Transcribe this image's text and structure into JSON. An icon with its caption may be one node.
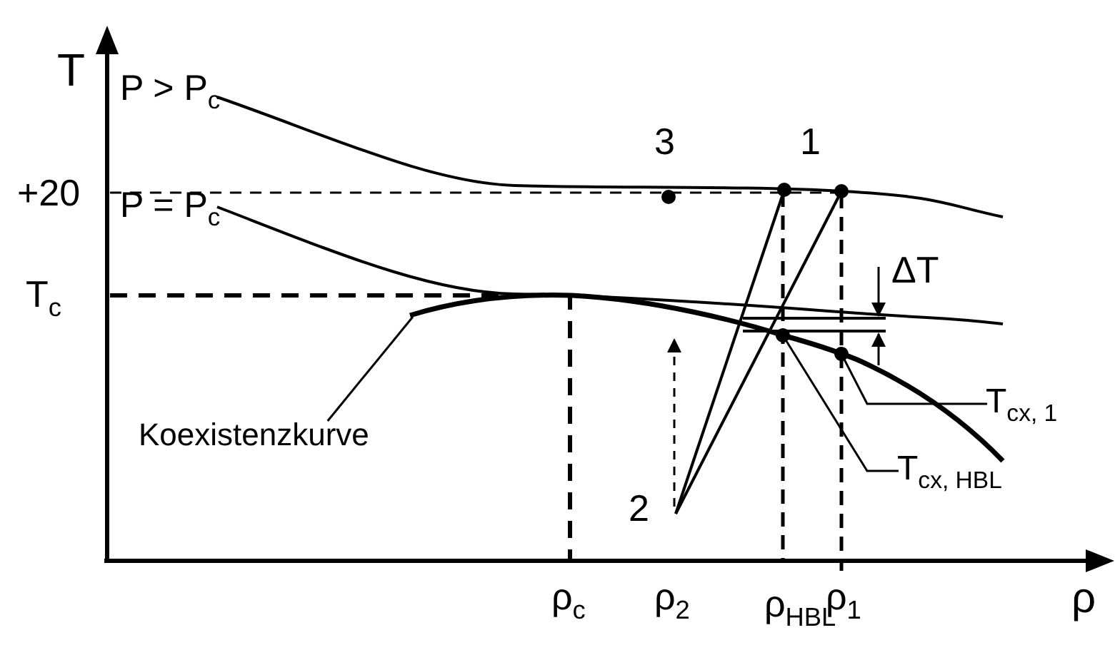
{
  "diagram": {
    "nodes": [
      {
        "text": [
          "Koexistenzkurve"
        ]
      },
      {
        "text": [
          "T$_{cx, 1}$"
        ]
      },
      {
        "text": [
          "T$_{cx, HBL}$"
        ]
      },
      {
        "text": [],
        "shape": "curve"
      }
    ],
    "edges": [
      {
        "from": 0,
        "to": 3,
        "arrow": "none"
      },
      {
        "from": 1,
        "to": 3,
        "arrow": "other"
      },
      {
        "from": 2,
        "to": 3,
        "arrow": "other"
      }
    ],
    "labels": [
      "T",
      "P > P$_{c}$",
      "3",
      "1",
      "+20",
      "P = P$_{c}$",
      "T$_{c}$",
      "ΔT",
      "2",
      "ρ$_{c}$",
      "ρ$_{2}$",
      "ρ$_{HBL}$",
      "ρ$_{1}$",
      "ρ"
    ]
  }
}
